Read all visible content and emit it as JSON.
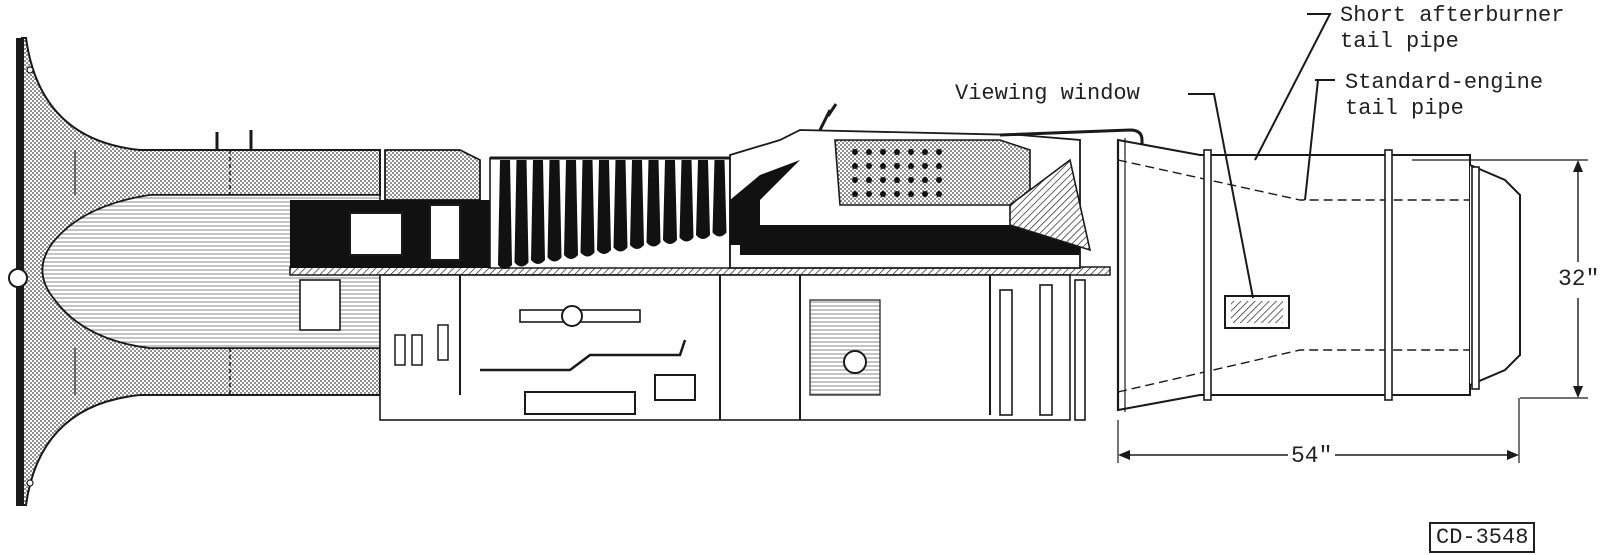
{
  "labels": {
    "short_afterburner": [
      "Short afterburner",
      "tail pipe"
    ],
    "standard_engine": [
      "Standard-engine",
      "tail pipe"
    ],
    "viewing_window": "Viewing window",
    "height_dim": "32\"",
    "length_dim": "54\"",
    "figure_code": "CD-3548"
  },
  "colors": {
    "ink": "#1a1a1a",
    "shade": "#bdbdbd",
    "paper": "#ffffff"
  }
}
